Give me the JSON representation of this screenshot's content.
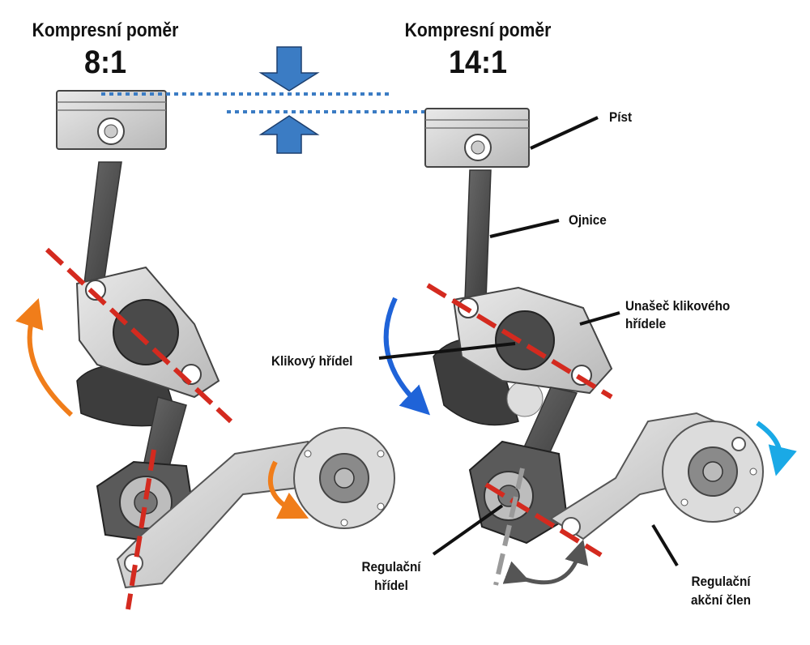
{
  "left": {
    "title": "Kompresní poměr",
    "ratio": "8:1"
  },
  "right": {
    "title": "Kompresní poměr",
    "ratio": "14:1"
  },
  "labels": {
    "piston": "Píst",
    "rod": "Ojnice",
    "carrier_line1": "Unašeč klikového",
    "carrier_line2": "hřídele",
    "crankshaft": "Klikový hřídel",
    "control_shaft_line1": "Regulační",
    "control_shaft_line2": "hřídel",
    "actuator_line1": "Regulační",
    "actuator_line2": "akční člen"
  },
  "colors": {
    "axis_line": "#d42a1f",
    "arrow_orange": "#f07d1a",
    "arrow_blue": "#1f63d8",
    "arrow_cyan": "#1aa9e6",
    "arrow_gray": "#555555",
    "compression_arrow": "#3b7cc4",
    "tdc_dotted": "#3b7cc4"
  }
}
